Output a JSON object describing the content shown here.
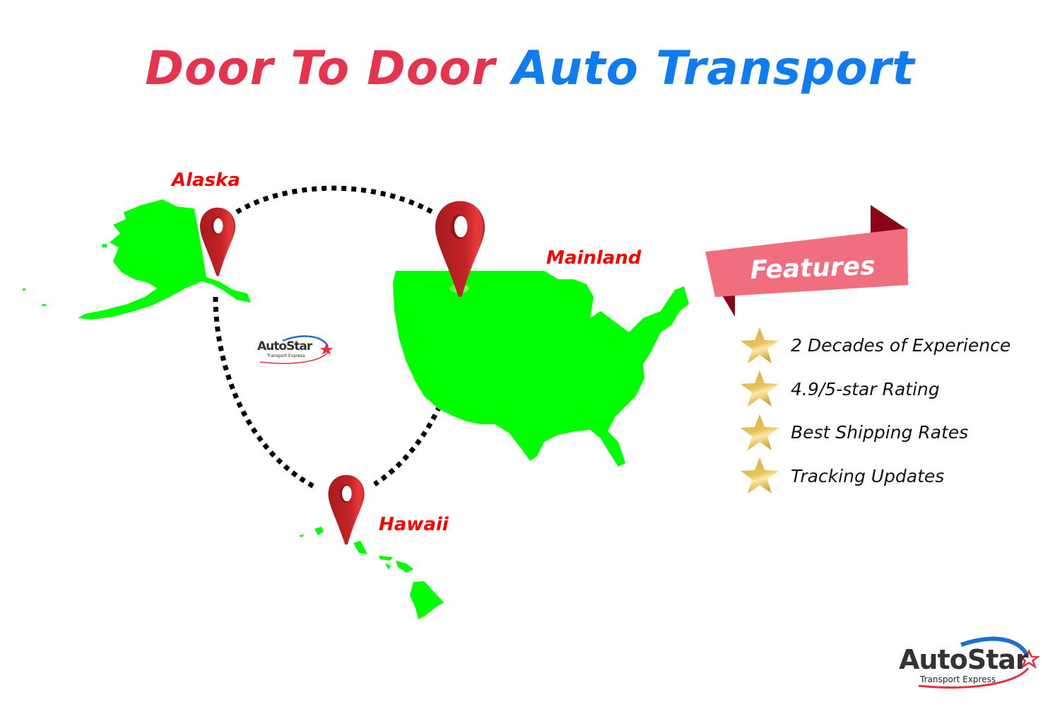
{
  "title": {
    "part1": "Door To Door",
    "part2": "Auto Transport",
    "color_part1": "#e5344d",
    "color_part2": "#0f7cf0"
  },
  "map": {
    "regions": [
      {
        "id": "alaska",
        "label": "Alaska",
        "fill": "#00ff00"
      },
      {
        "id": "mainland",
        "label": "Mainland",
        "fill": "#00ff00"
      },
      {
        "id": "hawaii",
        "label": "Hawaii",
        "fill": "#00ff00"
      }
    ],
    "label_color": "#ff0000",
    "pin_icon": "map-pin-icon",
    "pin_color": "#b21f22",
    "route_style": "dotted",
    "route_color": "#000000"
  },
  "features": {
    "heading": "Features",
    "banner_color": "#f06e7e",
    "banner_fold_color": "#8a0316",
    "star_icon": "gold-star-icon",
    "items": [
      {
        "label": "2 Decades of Experience"
      },
      {
        "label": "4.9/5-star Rating"
      },
      {
        "label": "Best Shipping Rates"
      },
      {
        "label": "Tracking Updates"
      }
    ]
  },
  "brand": {
    "name": "AutoStar",
    "tagline": "Transport Express",
    "swoosh_blue": "#1e6fd0",
    "swoosh_red": "#e3323e"
  }
}
